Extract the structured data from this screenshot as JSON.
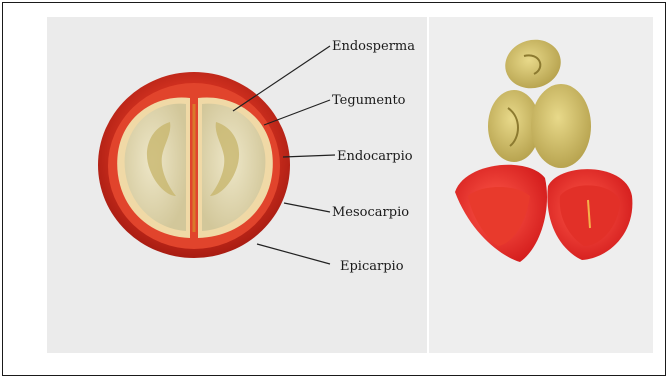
{
  "labels": {
    "endosperma": "Endosperma",
    "tegumento": "Tegumento",
    "endocarpio": "Endocarpio",
    "mesocarpio": "Mesocarpio",
    "epicarpio": "Epicarpio"
  },
  "colors": {
    "epicarp": "#c8281b",
    "mesocarp": "#e7432c",
    "endocarp": "#f2dba7",
    "endosperm": "#ddd6b2",
    "green_bean": "#d6c36e",
    "leader_line": "#222222"
  }
}
